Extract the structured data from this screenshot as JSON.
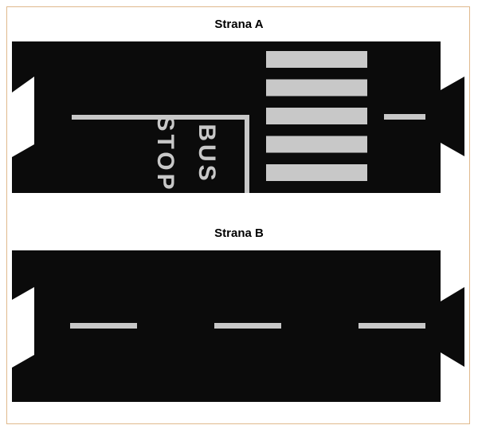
{
  "sides": [
    {
      "label": "Strana A"
    },
    {
      "label": "Strana B"
    }
  ],
  "bus_stop": {
    "line1": "BUS",
    "line2": "STOP"
  },
  "colors": {
    "road": "#0b0b0b",
    "marking": "#c8c8c8",
    "frame": "#e0b98c",
    "background": "#ffffff"
  },
  "crosswalk_stripe_count": 5,
  "dash_count_side_b": 3
}
